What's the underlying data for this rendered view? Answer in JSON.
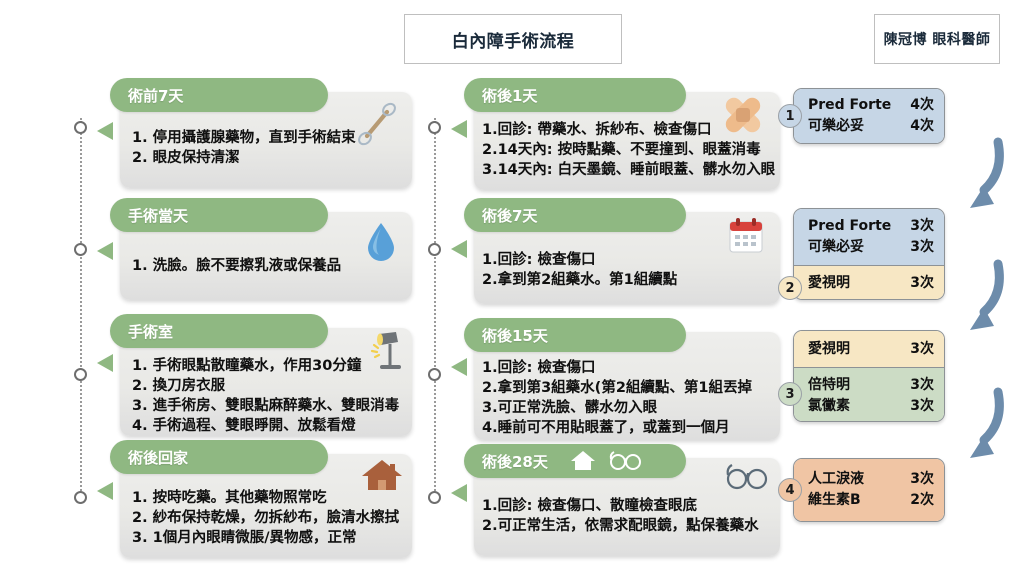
{
  "header": {
    "main_title": "白內障手術流程",
    "author": "陳冠博 眼科醫師"
  },
  "left_column": [
    {
      "title": "術前7天",
      "icon": "cotton-swab-icon",
      "items": [
        "1.  停用攝護腺藥物，直到手術結束",
        "2.  眼皮保持清潔"
      ]
    },
    {
      "title": "手術當天",
      "icon": "water-drop-icon",
      "items": [
        "1.  洗臉。臉不要擦乳液或保養品"
      ]
    },
    {
      "title": "手術室",
      "icon": "desk-lamp-icon",
      "items": [
        "1.  手術眼點散瞳藥水，作用30分鐘",
        "2.  換刀房衣服",
        "3.  進手術房、雙眼點麻醉藥水、雙眼消毒",
        "4.  手術過程、雙眼睜開、放鬆看燈"
      ]
    },
    {
      "title": "術後回家",
      "icon": "house-icon",
      "items": [
        "1.  按時吃藥。其他藥物照常吃",
        "2.  紗布保持乾燥，勿拆紗布，臉清水擦拭",
        "3.  1個月內眼睛微脹/異物感，正常"
      ]
    }
  ],
  "middle_column": [
    {
      "title": "術後1天",
      "icon": "bandage-icon",
      "header_icons": [],
      "items": [
        "1.回診: 帶藥水、拆紗布、檢查傷口",
        "2.14天內: 按時點藥、不要撞到、眼蓋消毒",
        "3.14天內: 白天墨鏡、睡前眼蓋、髒水勿入眼"
      ]
    },
    {
      "title": "術後7天",
      "icon": "calendar-icon",
      "header_icons": [],
      "items": [
        "1.回診: 檢查傷口",
        "2.拿到第2組藥水。第1組續點"
      ]
    },
    {
      "title": "術後15天",
      "icon": "",
      "header_icons": [],
      "items": [
        "1.回診: 檢查傷口",
        "2.拿到第3組藥水(第2組續點、第1組丟掉",
        "3.可正常洗臉、髒水勿入眼",
        "4.睡前可不用貼眼蓋了，或蓋到一個月"
      ]
    },
    {
      "title": "術後28天",
      "icon": "glasses-icon",
      "header_icons": [
        "house-icon",
        "glasses-icon"
      ],
      "items": [
        "1.回診: 檢查傷口、散瞳檢查眼底",
        "2.可正常生活，依需求配眼鏡，點保養藥水"
      ]
    }
  ],
  "medication_blocks": [
    {
      "badge": "1",
      "badge_color": "blue",
      "sections": [
        {
          "color": "blue",
          "rows": [
            {
              "name": "Pred Forte",
              "count": "4次"
            },
            {
              "name": "可樂必妥",
              "count": "4次"
            }
          ]
        }
      ]
    },
    {
      "badge": "2",
      "badge_color": "yellow",
      "sections": [
        {
          "color": "blue",
          "rows": [
            {
              "name": "Pred Forte",
              "count": "3次"
            },
            {
              "name": "可樂必妥",
              "count": "3次"
            }
          ]
        },
        {
          "color": "yellow",
          "rows": [
            {
              "name": "愛視明",
              "count": "3次"
            }
          ]
        }
      ]
    },
    {
      "badge": "3",
      "badge_color": "green",
      "sections": [
        {
          "color": "yellow",
          "rows": [
            {
              "name": "愛視明",
              "count": "3次"
            }
          ]
        },
        {
          "color": "green",
          "rows": [
            {
              "name": "倍特明",
              "count": "3次"
            },
            {
              "name": "氯黴素",
              "count": "3次"
            }
          ]
        }
      ]
    },
    {
      "badge": "4",
      "badge_color": "orange",
      "sections": [
        {
          "color": "orange",
          "rows": [
            {
              "name": "人工淚液",
              "count": "3次"
            },
            {
              "name": "維生素B",
              "count": "2次"
            }
          ]
        }
      ]
    }
  ],
  "colors": {
    "header_green": "#8fb882",
    "card_body": "#e9e9e6",
    "med_blue": "#c6d6e6",
    "med_yellow": "#f7e7c4",
    "med_green": "#ccdcc5",
    "med_orange": "#f0c5a4",
    "arrow_blue": "#6d8cab",
    "timeline_gray": "#6e6e6e"
  }
}
